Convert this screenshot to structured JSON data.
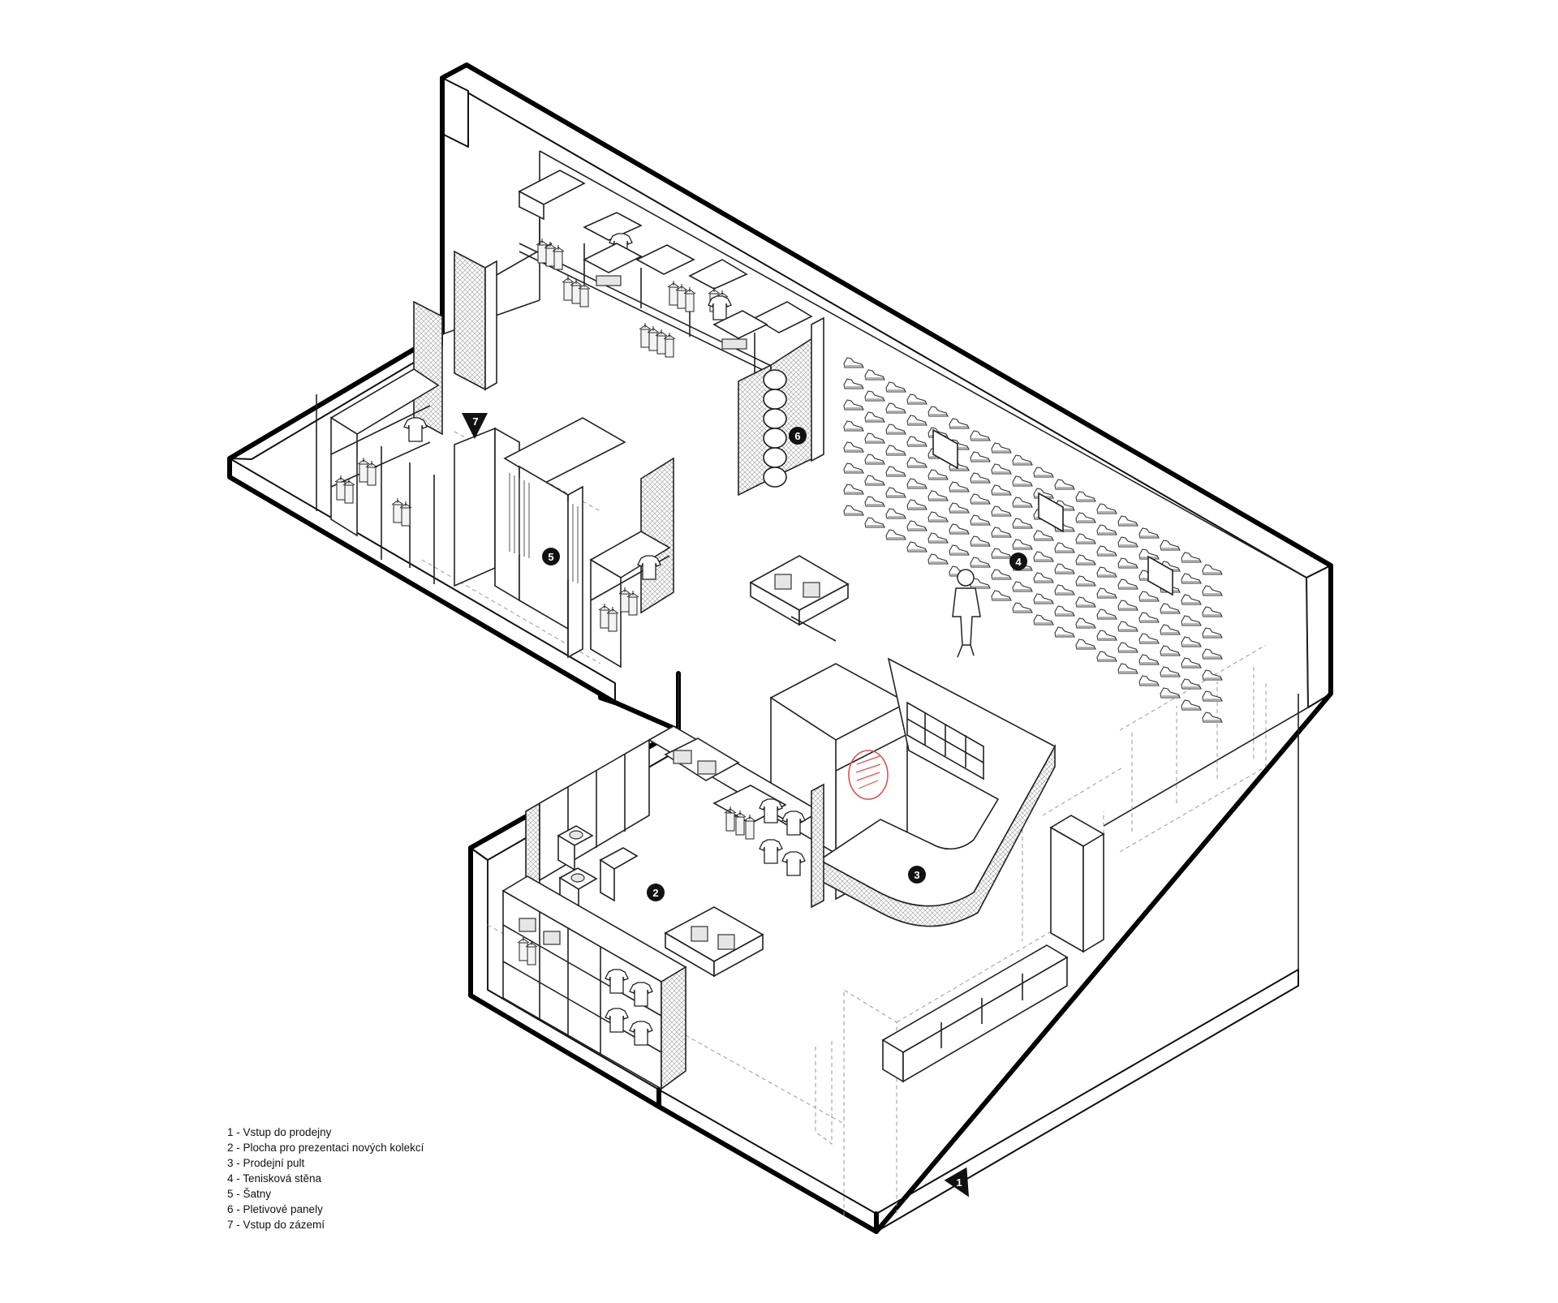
{
  "markers": [
    {
      "id": "m1",
      "number": "1",
      "shape": "triangle"
    },
    {
      "id": "m2",
      "number": "2",
      "shape": "circle"
    },
    {
      "id": "m3",
      "number": "3",
      "shape": "circle"
    },
    {
      "id": "m4",
      "number": "4",
      "shape": "circle"
    },
    {
      "id": "m5",
      "number": "5",
      "shape": "circle"
    },
    {
      "id": "m6",
      "number": "6",
      "shape": "circle"
    },
    {
      "id": "m7",
      "number": "7",
      "shape": "triangle"
    }
  ],
  "legend": [
    "1 - Vstup do prodejny",
    "2 - Plocha pro prezentaci nových kolekcí",
    "3 - Prodejní pult",
    "4 - Tenisková stěna",
    "5 - Šatny",
    "6 - Pletivové panely",
    "7 - Vstup do zázemí"
  ],
  "colors": {
    "line": "#111111",
    "background": "#ffffff",
    "accent_logo": "#e05050"
  }
}
